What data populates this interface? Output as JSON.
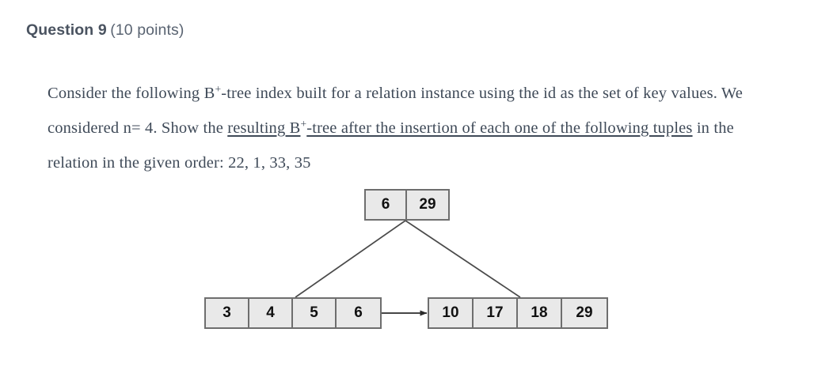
{
  "header": {
    "title": "Question 9",
    "points": "(10 points)"
  },
  "prompt": {
    "segment_1": "Consider the following B",
    "sup_1": "+",
    "segment_2": "-tree index built for a relation instance using the id as the set of key values. We considered n= 4. Show the ",
    "underline_1": "resulting B",
    "sup_2": "+",
    "underline_2": "-tree after the insertion of each one of the following tuples",
    "segment_3": " in the relation in the given order: 22, 1, 33, 35"
  },
  "tree": {
    "root": {
      "label": "root-node",
      "keys": [
        "6",
        "29"
      ]
    },
    "leaf_left": {
      "label": "leaf-node-left",
      "keys": [
        "3",
        "4",
        "5",
        "6"
      ]
    },
    "leaf_right": {
      "label": "leaf-node-right",
      "keys": [
        "10",
        "17",
        "18",
        "29"
      ]
    },
    "connectors": {
      "left_edge": "root-to-left-leaf",
      "right_edge": "root-to-right-leaf",
      "sibling_pointer": "leaf-sibling-arrow"
    },
    "colors": {
      "node_fill": "#e9e9e9",
      "node_border": "#6e6e6e",
      "line": "#4a4a4a",
      "text": "#111111"
    }
  }
}
